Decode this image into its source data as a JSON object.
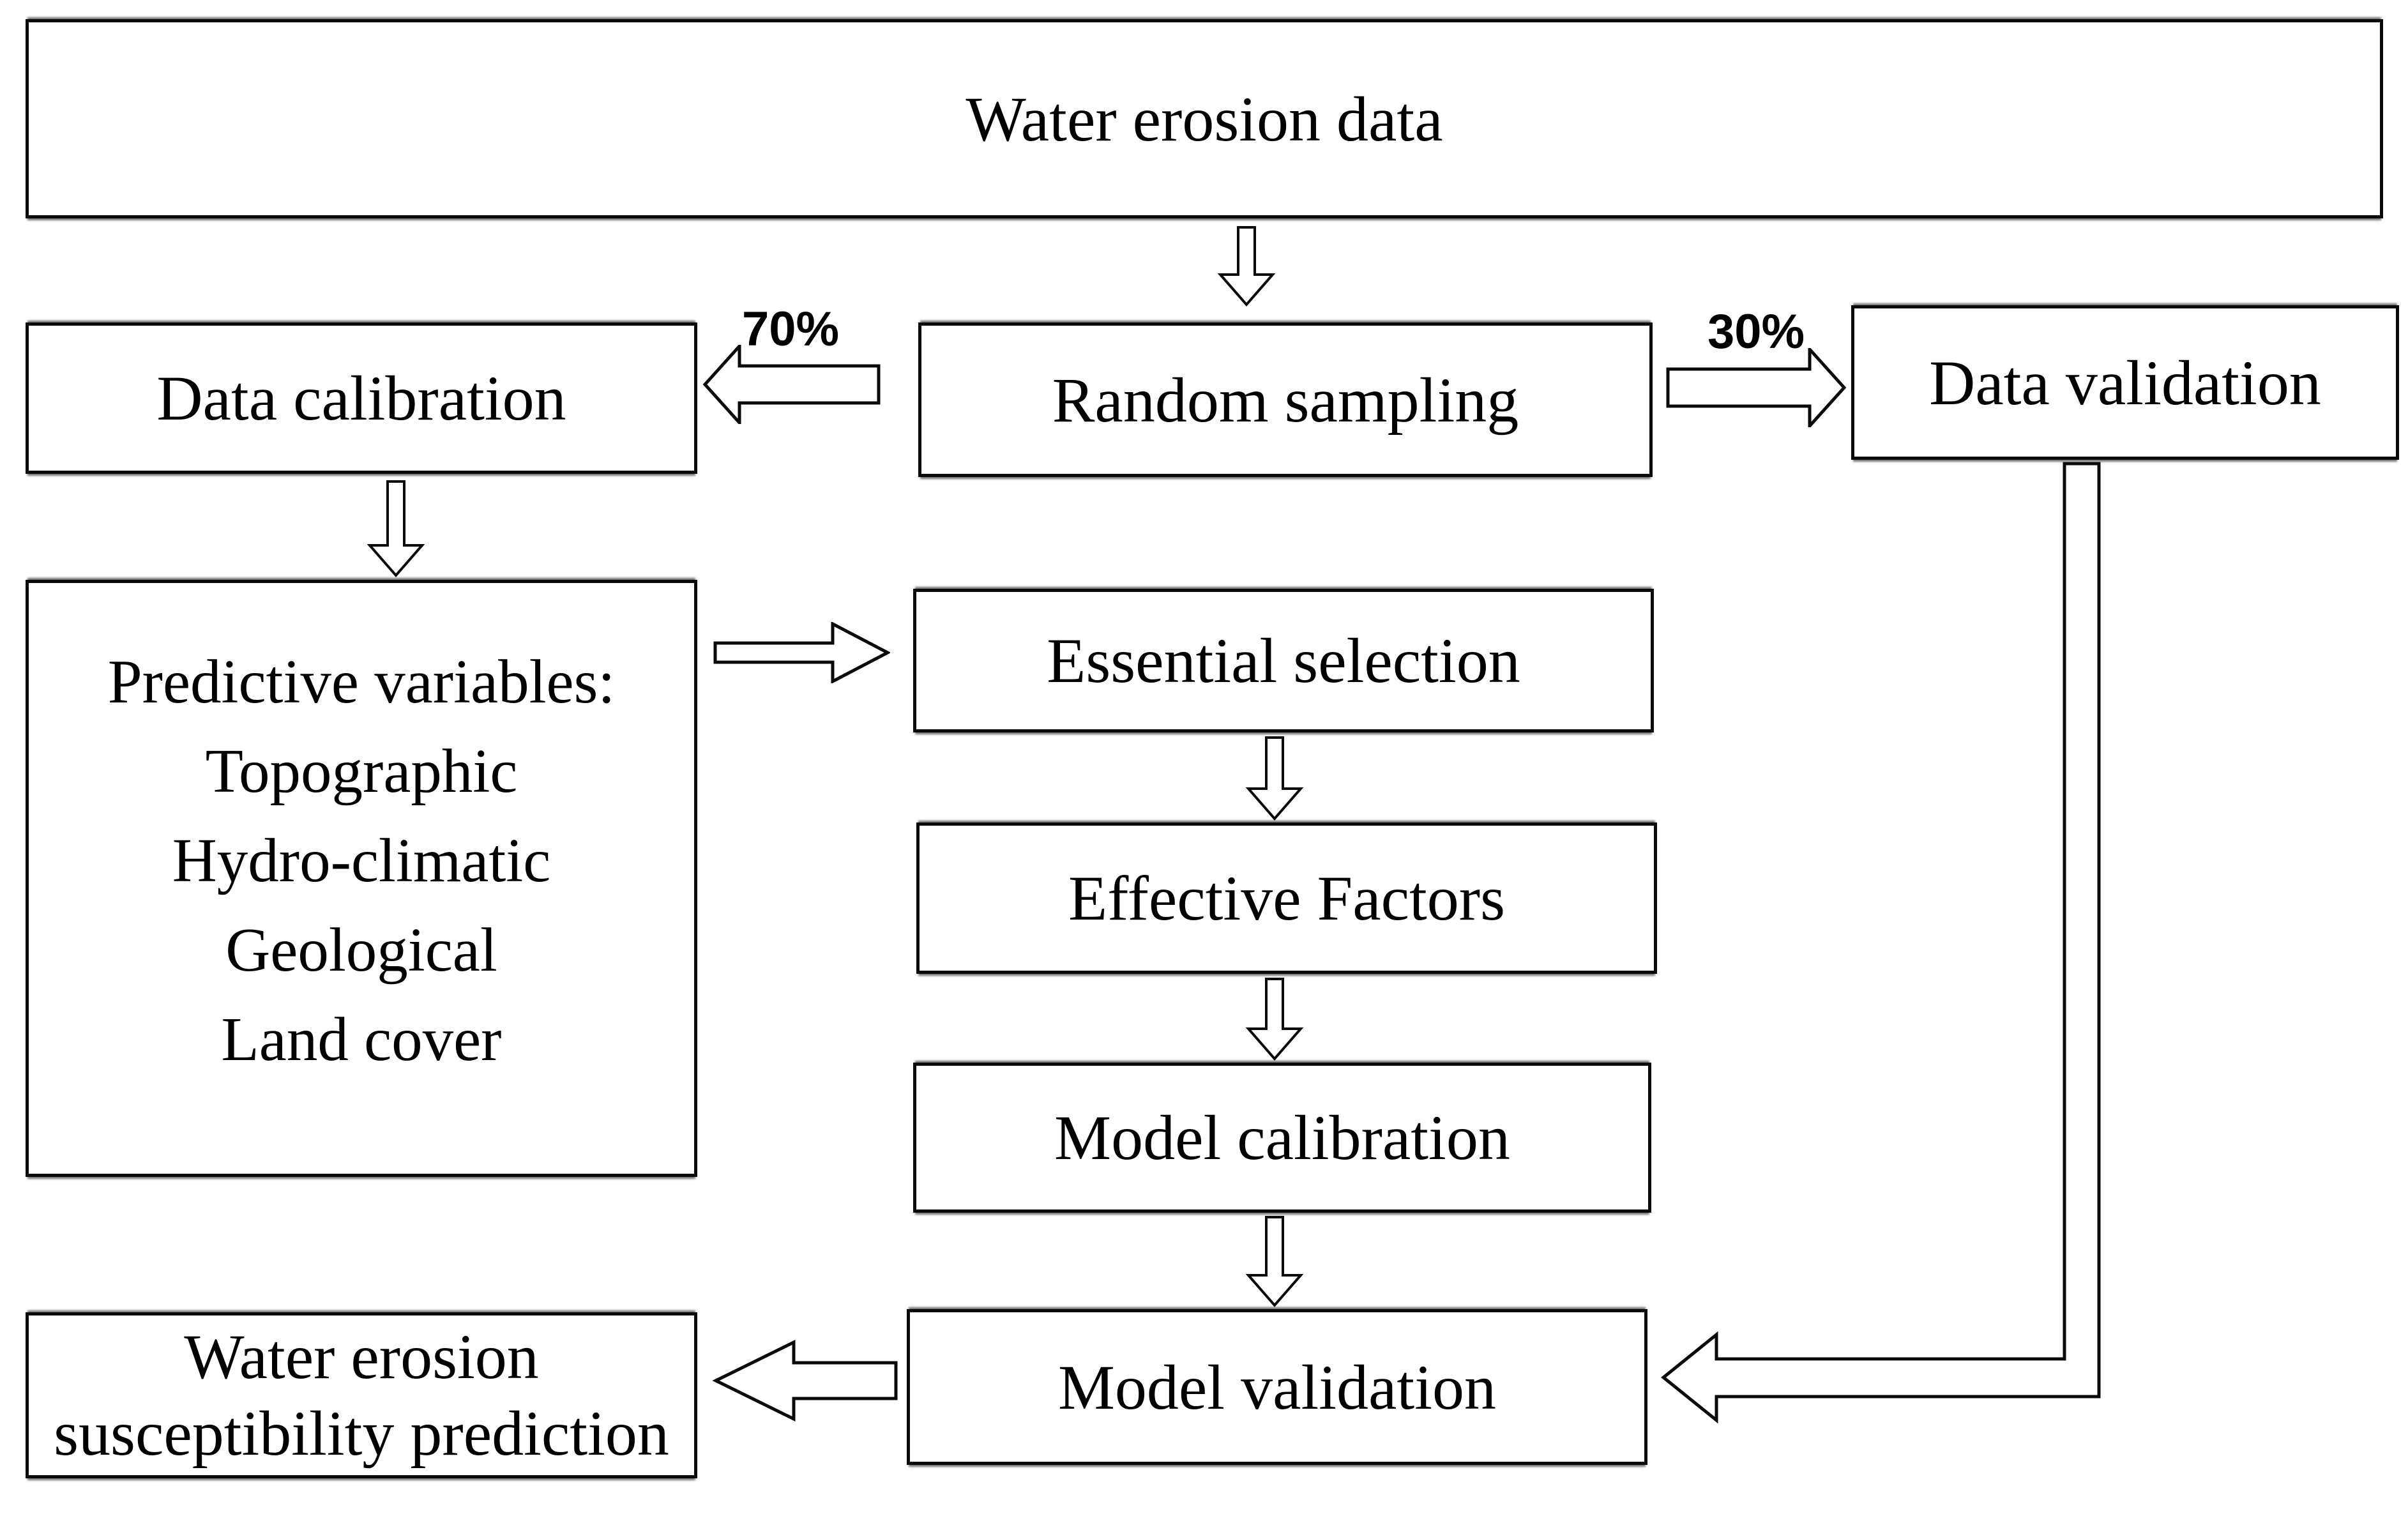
{
  "colors": {
    "background": "#ffffff",
    "box_fill": "#ffffff",
    "stroke": "#000000",
    "text": "#000000"
  },
  "nodes": {
    "water_erosion_data": "Water erosion data",
    "data_calibration": "Data calibration",
    "random_sampling": "Random sampling",
    "data_validation": "Data validation",
    "predictive_variables": {
      "line1": "Predictive variables:",
      "line2": "Topographic",
      "line3": "Hydro-climatic",
      "line4": "Geological",
      "line5": "Land cover"
    },
    "essential_selection": "Essential selection",
    "effective_factors": "Effective Factors",
    "model_calibration": "Model calibration",
    "model_validation": "Model validation",
    "prediction": {
      "line1": "Water erosion",
      "line2": "susceptibility prediction"
    }
  },
  "edge_labels": {
    "calibration_percent": "70%",
    "validation_percent": "30%"
  },
  "icons": {
    "down_arrow": "hollow block arrow pointing down",
    "left_arrow": "hollow block arrow pointing left",
    "right_arrow": "hollow block arrow pointing right",
    "elbow_connector": "hollow elbow connector arrow pointing left"
  }
}
